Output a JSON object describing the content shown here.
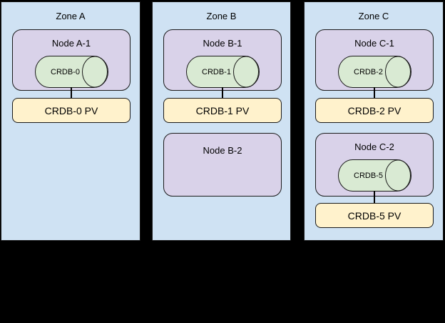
{
  "diagram": {
    "description": "Three availability zones with Kubernetes nodes, CockroachDB pods (cylinders) and persistent volumes",
    "colors": {
      "background": "#000000",
      "zone_fill": "#cfe2f3",
      "node_fill": "#d9d2e9",
      "cylinder_fill": "#d9ead3",
      "pv_fill": "#fff2cc",
      "border": "#1a1a1a"
    }
  },
  "zones": [
    {
      "title": "Zone A",
      "nodes": [
        {
          "title": "Node A-1",
          "cylinder_label": "CRDB-0",
          "pv_label": "CRDB-0 PV"
        }
      ]
    },
    {
      "title": "Zone B",
      "nodes": [
        {
          "title": "Node B-1",
          "cylinder_label": "CRDB-1",
          "pv_label": "CRDB-1 PV"
        },
        {
          "title": "Node B-2"
        }
      ]
    },
    {
      "title": "Zone C",
      "nodes": [
        {
          "title": "Node C-1",
          "cylinder_label": "CRDB-2",
          "pv_label": "CRDB-2 PV"
        },
        {
          "title": "Node C-2",
          "cylinder_label": "CRDB-5",
          "pv_label": "CRDB-5 PV"
        }
      ]
    }
  ]
}
